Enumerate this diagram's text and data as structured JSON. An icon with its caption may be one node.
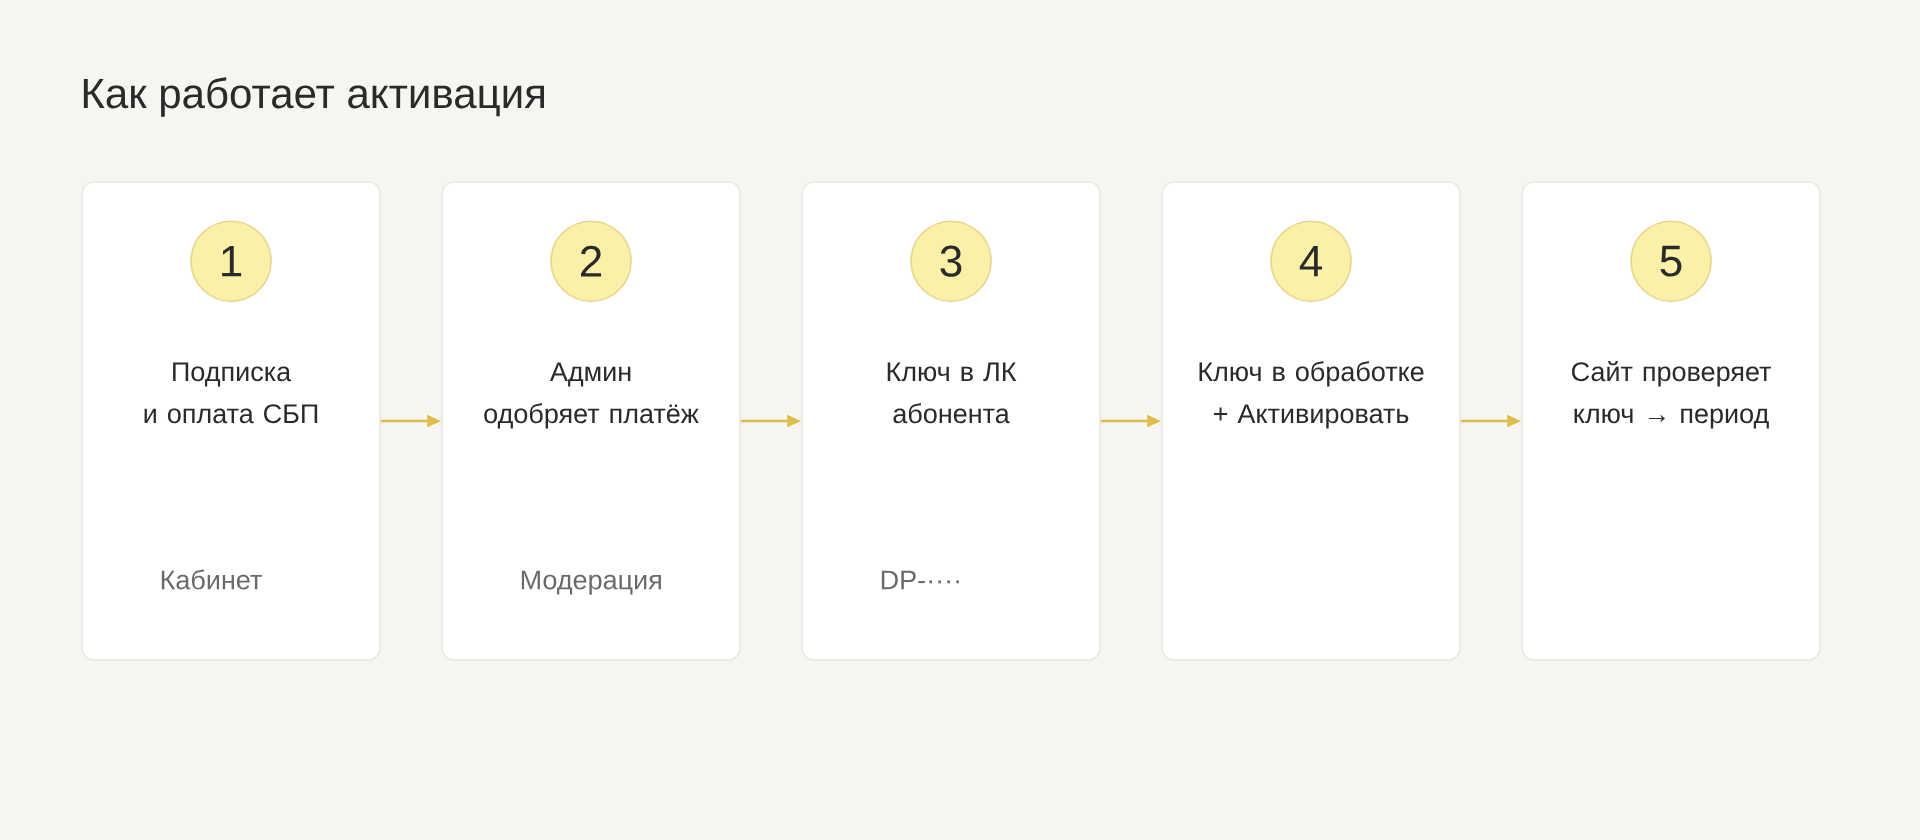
{
  "diagram": {
    "title": "Как работает активация",
    "nodes": [
      {
        "text": [
          "Подписка и оплата СБП",
          "Кабинет"
        ]
      },
      {
        "text": [
          "1"
        ],
        "in": 0
      },
      {
        "text": [
          "Админ одобряет платёж",
          "Модерация"
        ]
      },
      {
        "text": [
          "2"
        ],
        "in": 2
      },
      {
        "text": [
          "Ключ в ЛК абонента",
          "DP-····"
        ]
      },
      {
        "text": [
          "3"
        ],
        "in": 4
      },
      {
        "text": [
          "Ключ в обработке + Активировать"
        ]
      },
      {
        "text": [
          "4"
        ],
        "in": 6
      },
      {
        "text": [
          "Сайт проверяет ключ → период"
        ]
      },
      {
        "text": [
          "5"
        ],
        "in": 8
      }
    ],
    "edges": [
      {
        "from": 0,
        "to": 2,
        "arrow": "to"
      },
      {
        "from": 2,
        "to": 4,
        "arrow": "to"
      },
      {
        "from": 4,
        "to": 6,
        "arrow": "to"
      },
      {
        "from": 6,
        "to": 8,
        "arrow": "to"
      }
    ]
  }
}
